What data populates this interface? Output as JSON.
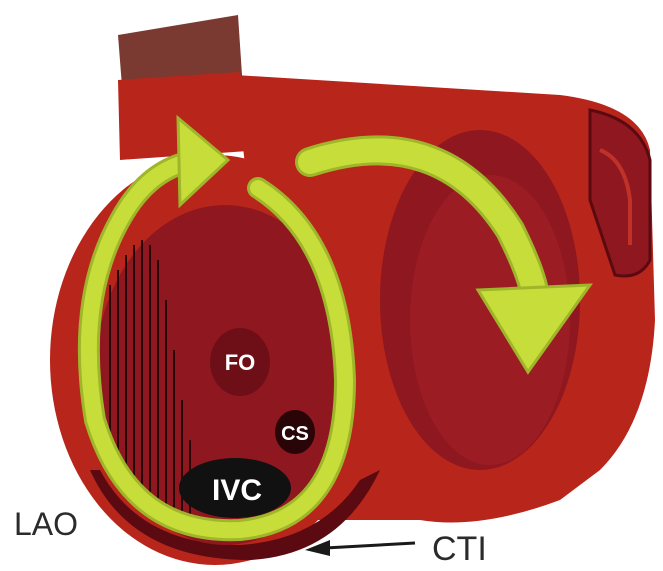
{
  "labels": {
    "fo": "FO",
    "cs": "CS",
    "ivc": "IVC",
    "lao": "LAO",
    "cti": "CTI"
  },
  "colors": {
    "atrium_outer": "#b8251b",
    "atrium_inner": "#8e1720",
    "atrium_shadow": "#6e0f18",
    "svc_top": "#7a3a32",
    "arrow": "#c6dd3a",
    "arrow_edge": "#9fb52a",
    "orifice": "#111111",
    "text_dark": "#2b2b2b"
  }
}
